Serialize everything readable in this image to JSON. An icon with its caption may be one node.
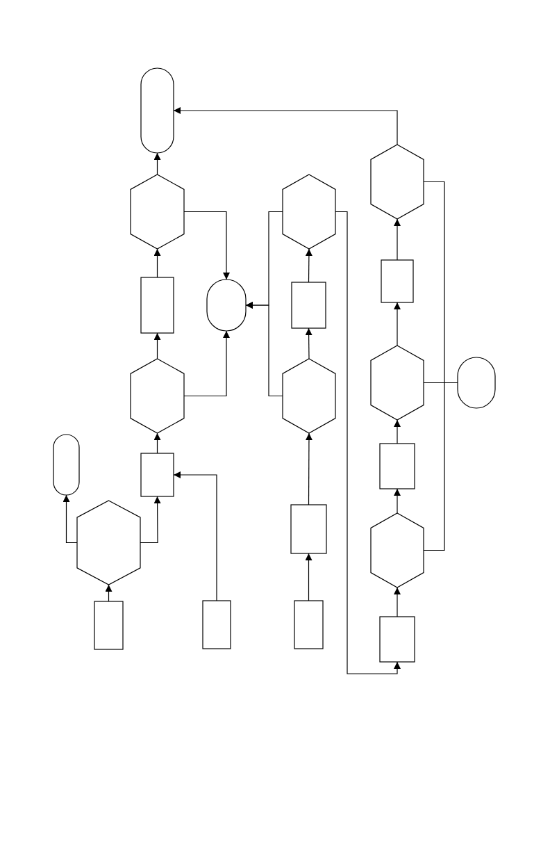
{
  "diagram": {
    "nodes": [
      {
        "text": [],
        "shape": "stadium"
      },
      {
        "text": [],
        "shape": "hexagon"
      },
      {
        "text": [],
        "shape": "box"
      },
      {
        "text": [],
        "shape": "hexagon"
      },
      {
        "text": [],
        "shape": "box"
      },
      {
        "text": [],
        "shape": "stadium"
      },
      {
        "text": [],
        "shape": "hexagon"
      },
      {
        "text": [],
        "shape": "box"
      },
      {
        "text": [],
        "shape": "box"
      },
      {
        "text": [],
        "shape": "stadium"
      },
      {
        "text": [],
        "shape": "hexagon"
      },
      {
        "text": [],
        "shape": "box"
      },
      {
        "text": [],
        "shape": "hexagon"
      },
      {
        "text": [],
        "shape": "box"
      },
      {
        "text": [],
        "shape": "box"
      },
      {
        "text": [],
        "shape": "hexagon"
      },
      {
        "text": [],
        "shape": "box"
      },
      {
        "text": [],
        "shape": "hexagon"
      },
      {
        "text": [],
        "shape": "box"
      },
      {
        "text": [],
        "shape": "hexagon"
      },
      {
        "text": [],
        "shape": "box"
      },
      {
        "text": [],
        "shape": "stadium"
      }
    ],
    "edges": [
      {
        "from": 1,
        "to": 0,
        "arrow": "to"
      },
      {
        "from": 2,
        "to": 1,
        "arrow": "to"
      },
      {
        "from": 3,
        "to": 2,
        "arrow": "to"
      },
      {
        "from": 4,
        "to": 3,
        "arrow": "to"
      },
      {
        "from": 6,
        "to": 4,
        "arrow": "to"
      },
      {
        "from": 6,
        "to": 5,
        "arrow": "to"
      },
      {
        "from": 7,
        "to": 6,
        "arrow": "to"
      },
      {
        "from": 8,
        "to": 4,
        "arrow": "to"
      },
      {
        "from": 1,
        "to": 9,
        "arrow": "to"
      },
      {
        "from": 3,
        "to": 9,
        "arrow": "to"
      },
      {
        "from": 10,
        "to": 9,
        "arrow": "to"
      },
      {
        "from": 12,
        "to": 9,
        "arrow": "to"
      },
      {
        "from": 11,
        "to": 10,
        "arrow": "to"
      },
      {
        "from": 12,
        "to": 11,
        "arrow": "to"
      },
      {
        "from": 13,
        "to": 12,
        "arrow": "to"
      },
      {
        "from": 14,
        "to": 13,
        "arrow": "to"
      },
      {
        "from": 10,
        "to": 20,
        "arrow": "to"
      },
      {
        "from": 15,
        "to": 0,
        "arrow": "to"
      },
      {
        "from": 16,
        "to": 15,
        "arrow": "to"
      },
      {
        "from": 17,
        "to": 16,
        "arrow": "to"
      },
      {
        "from": 18,
        "to": 17,
        "arrow": "to"
      },
      {
        "from": 19,
        "to": 18,
        "arrow": "to"
      },
      {
        "from": 20,
        "to": 19,
        "arrow": "to"
      },
      {
        "from": 15,
        "to": 21,
        "arrow": "to"
      },
      {
        "from": 17,
        "to": 21,
        "arrow": "to"
      },
      {
        "from": 19,
        "to": 21,
        "arrow": "to"
      }
    ]
  }
}
